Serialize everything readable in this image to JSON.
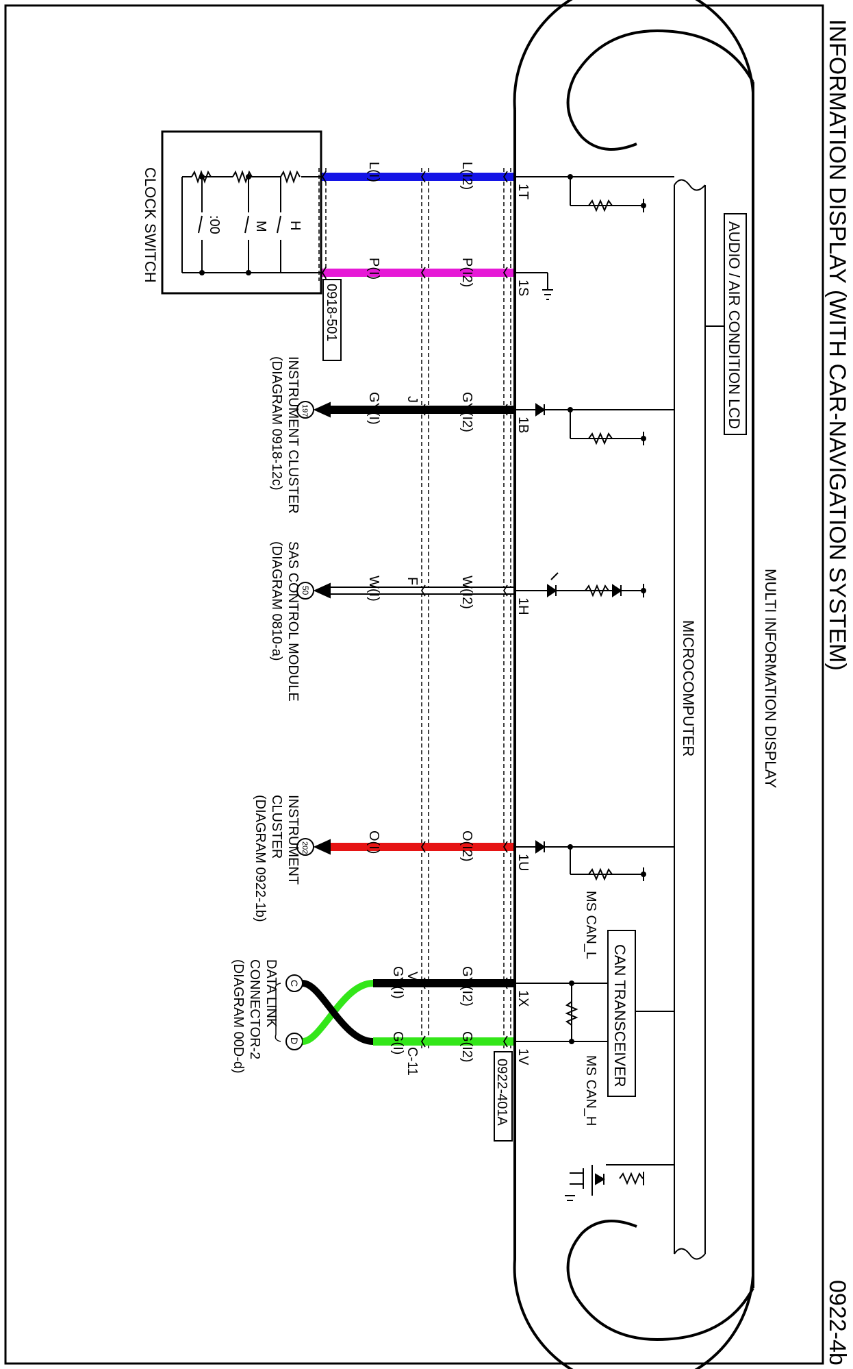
{
  "page": {
    "title": "INFORMATION DISPLAY (WITH CAR-NAVIGATION SYSTEM)",
    "page_code": "0922-4b"
  },
  "module": {
    "name": "MULTI INFORMATION DISPLAY",
    "microcomputer": "MICROCOMPUTER",
    "lcd": "AUDIO / AIR CONDITION LCD",
    "can_transceiver": "CAN TRANSCEIVER",
    "ms_can_l": "MS CAN_L",
    "ms_can_h": "MS CAN_H",
    "connector": "0922-401A"
  },
  "clock_switch": {
    "name": "CLOCK SWITCH",
    "connector": "0918-501",
    "switch_h": "H",
    "switch_m": "M",
    "switch_00": ":00"
  },
  "pins": {
    "p1T": "1T",
    "p1S": "1S",
    "p1B": "1B",
    "p1H": "1H",
    "p1U": "1U",
    "p1X": "1X",
    "p1V": "1V"
  },
  "wires": {
    "L_i2": "L(I2)",
    "L_i": "L(I)",
    "P_i2": "P(I2)",
    "P_i": "P(I)",
    "GY_i2_1B": "GY(I2)",
    "GY_i_1B": "GY(I)",
    "W_i2": "W(I2)",
    "W_i": "W(I)",
    "O_i2": "O(I2)",
    "O_i": "O(I)",
    "GY_i2_1X": "GY(I2)",
    "GY_i_1X": "GY(I)",
    "G_i2": "G(I2)",
    "G_i": "G(I)"
  },
  "colors": {
    "L": "#1414e6",
    "P": "#e619d6",
    "GY": "#000000",
    "W": "#ffffff",
    "O": "#e61414",
    "G": "#33e619"
  },
  "splices": {
    "J": "J",
    "F": "F",
    "V": "V",
    "C11": "C-11"
  },
  "destinations": {
    "cluster_1": {
      "badge": "197",
      "label_1": "INSTRUMENT CLUSTER",
      "label_2": "(DIAGRAM 0918-12c)"
    },
    "sas": {
      "badge": "50",
      "label_1": "SAS CONTROL MODULE",
      "label_2": "(DIAGRAM 0810-a)"
    },
    "cluster_2": {
      "badge": "202",
      "label_1": "INSTRUMENT",
      "label_2": "CLUSTER",
      "label_3": "(DIAGRAM 0922-1b)"
    },
    "dlc": {
      "badge_c": "C",
      "badge_d": "D",
      "label_1": "DATA LINK",
      "label_2": "CONNECTOR-2",
      "label_3": "(DIAGRAM 00D-d)"
    }
  }
}
